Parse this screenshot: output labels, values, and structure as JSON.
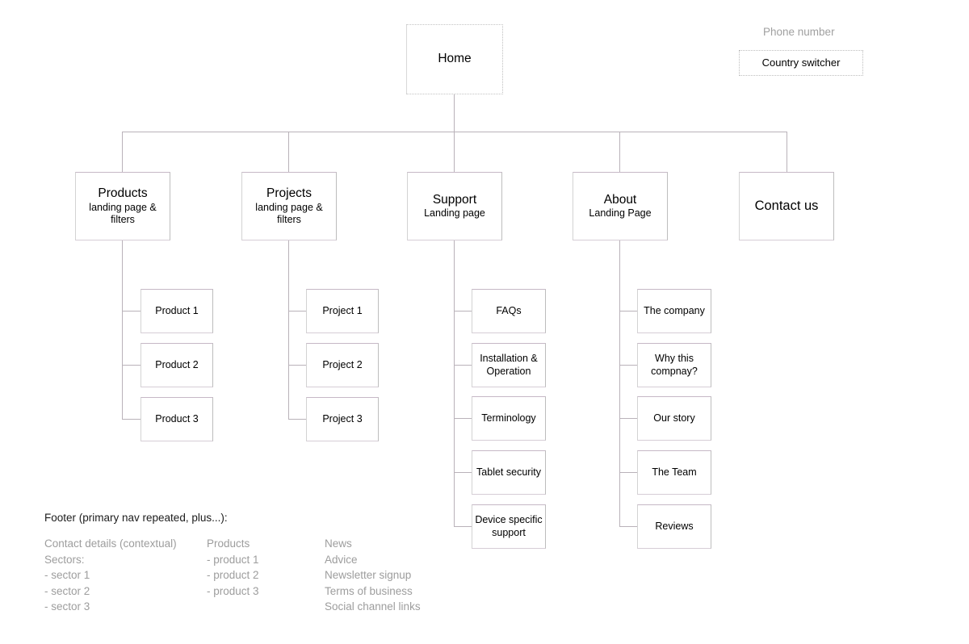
{
  "diagram": {
    "type": "sitemap",
    "root": {
      "label": "Home"
    },
    "utility": {
      "phone_label": "Phone number",
      "country_switcher": "Country switcher"
    },
    "primary_nav": [
      {
        "title": "Products",
        "sub": "landing page & filters",
        "children": [
          "Product 1",
          "Product 2",
          "Product 3"
        ]
      },
      {
        "title": "Projects",
        "sub": "landing page & filters",
        "children": [
          "Project 1",
          "Project 2",
          "Project 3"
        ]
      },
      {
        "title": "Support",
        "sub": "Landing page",
        "children": [
          "FAQs",
          "Installation & Operation",
          "Terminology",
          "Tablet security",
          "Device specific support"
        ]
      },
      {
        "title": "About",
        "sub": "Landing Page",
        "children": [
          "The company",
          "Why this compnay?",
          "Our story",
          "The Team",
          "Reviews"
        ]
      },
      {
        "title": "Contact us",
        "sub": "",
        "children": []
      }
    ]
  },
  "footer": {
    "heading": "Footer (primary nav repeated, plus...):",
    "columns": [
      {
        "items": [
          "Contact details (contextual)",
          "Sectors:",
          "- sector 1",
          "- sector 2",
          "- sector 3"
        ]
      },
      {
        "items": [
          "Products",
          "- product 1",
          "- product 2",
          "- product 3"
        ]
      },
      {
        "items": [
          "News",
          "Advice",
          "Newsletter signup",
          "Terms of business",
          "Social channel links"
        ]
      }
    ]
  },
  "nav_labels": {
    "products_title": "Products",
    "products_sub": "landing page & filters",
    "projects_title": "Projects",
    "projects_sub": "landing page & filters",
    "support_title": "Support",
    "support_sub": "Landing page",
    "about_title": "About",
    "about_sub": "Landing Page",
    "contact_title": "Contact us"
  },
  "colors": {
    "box_border": "#cfc6cf",
    "box_border_accent": "#c6b8c6",
    "connector": "#b9b2b9",
    "muted_text": "#9d9d9d",
    "text": "#000000",
    "background": "#ffffff"
  }
}
